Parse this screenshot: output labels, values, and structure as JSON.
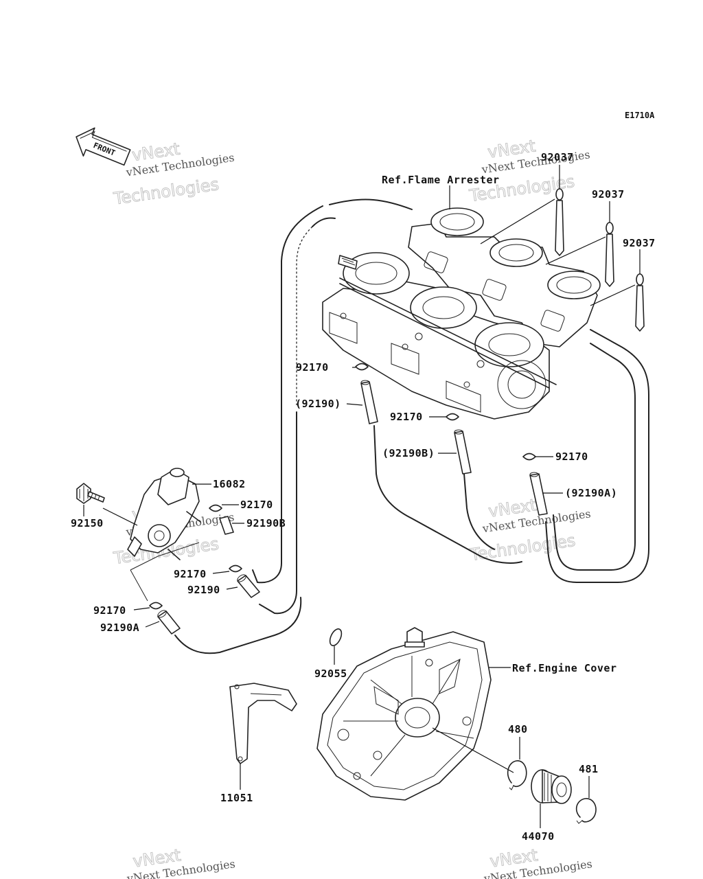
{
  "diagram_code": "E1710A",
  "front_label": "FRONT",
  "watermark": {
    "line1": "vNext Technologies",
    "line2": "vNext",
    "line3": "Technologies"
  },
  "callouts": {
    "ref_flame_arrester": "Ref.Flame Arrester",
    "ref_engine_cover": "Ref.Engine Cover",
    "p92037_a": "92037",
    "p92037_b": "92037",
    "p92037_c": "92037",
    "p92170_a": "92170",
    "p92190_paren": "(92190)",
    "p92170_b": "92170",
    "p92190B_paren": "(92190B)",
    "p92170_c": "92170",
    "p92190A_paren": "(92190A)",
    "p16082": "16082",
    "p92150": "92150",
    "p92170_d": "92170",
    "p92190B": "92190B",
    "p92170_e": "92170",
    "p92190": "92190",
    "p92170_f": "92170",
    "p92190A": "92190A",
    "p92055": "92055",
    "p480": "480",
    "p481": "481",
    "p11051": "11051",
    "p44070": "44070"
  }
}
